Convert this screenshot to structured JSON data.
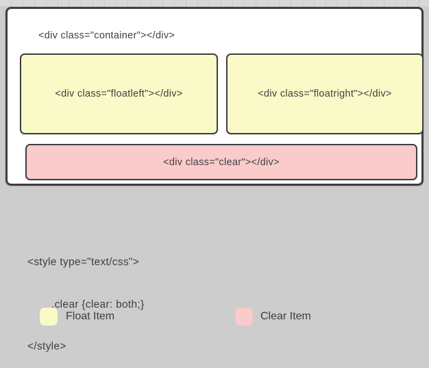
{
  "diagram": {
    "container_label": "<div class=\"container\"></div>",
    "float_left_label": "<div class=\"floatleft\"></div>",
    "float_right_label": "<div class=\"floatright\"></div>",
    "clear_label": "<div class=\"clear\"></div>"
  },
  "code": {
    "line1": "<style type=\"text/css\">",
    "line2": ".clear {clear: both;}",
    "line3": "</style>"
  },
  "legend": {
    "float_item_label": "Float Item",
    "clear_item_label": "Clear Item"
  },
  "colors": {
    "background": "#cdcdcd",
    "container_fill": "#ffffff",
    "border": "#3e3e3e",
    "float_fill": "#fafac8",
    "clear_fill": "#fbcaca",
    "text": "#3f3f3f"
  }
}
